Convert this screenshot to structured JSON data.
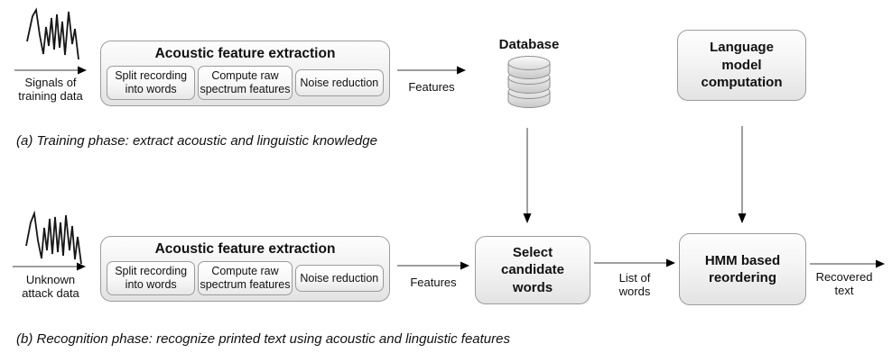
{
  "extraction": {
    "title": "Acoustic feature extraction",
    "steps": [
      "Split recording\ninto words",
      "Compute raw\nspectrum features",
      "Noise reduction"
    ]
  },
  "phase_a": {
    "input_label": "Signals of\ntraining data",
    "features_label": "Features",
    "database_label": "Database",
    "language_model_label": "Language\nmodel\ncomputation",
    "caption": "(a) Training phase: extract acoustic and linguistic knowledge"
  },
  "phase_b": {
    "input_label": "Unknown\nattack data",
    "features_label": "Features",
    "select_candidate_label": "Select\ncandidate\nwords",
    "list_of_words_label": "List of\nwords",
    "hmm_label": "HMM based\nreordering",
    "recovered_label": "Recovered\ntext",
    "caption": "(b) Recognition phase: recognize printed text using acoustic and linguistic features"
  },
  "colors": {
    "box_border": "#9c9c9c",
    "box_fill_top": "#fefefe",
    "box_fill_bottom": "#e3e3e3",
    "arrow_line": "#3c3c3c",
    "arrow_head": "#000000",
    "text": "#111111"
  }
}
